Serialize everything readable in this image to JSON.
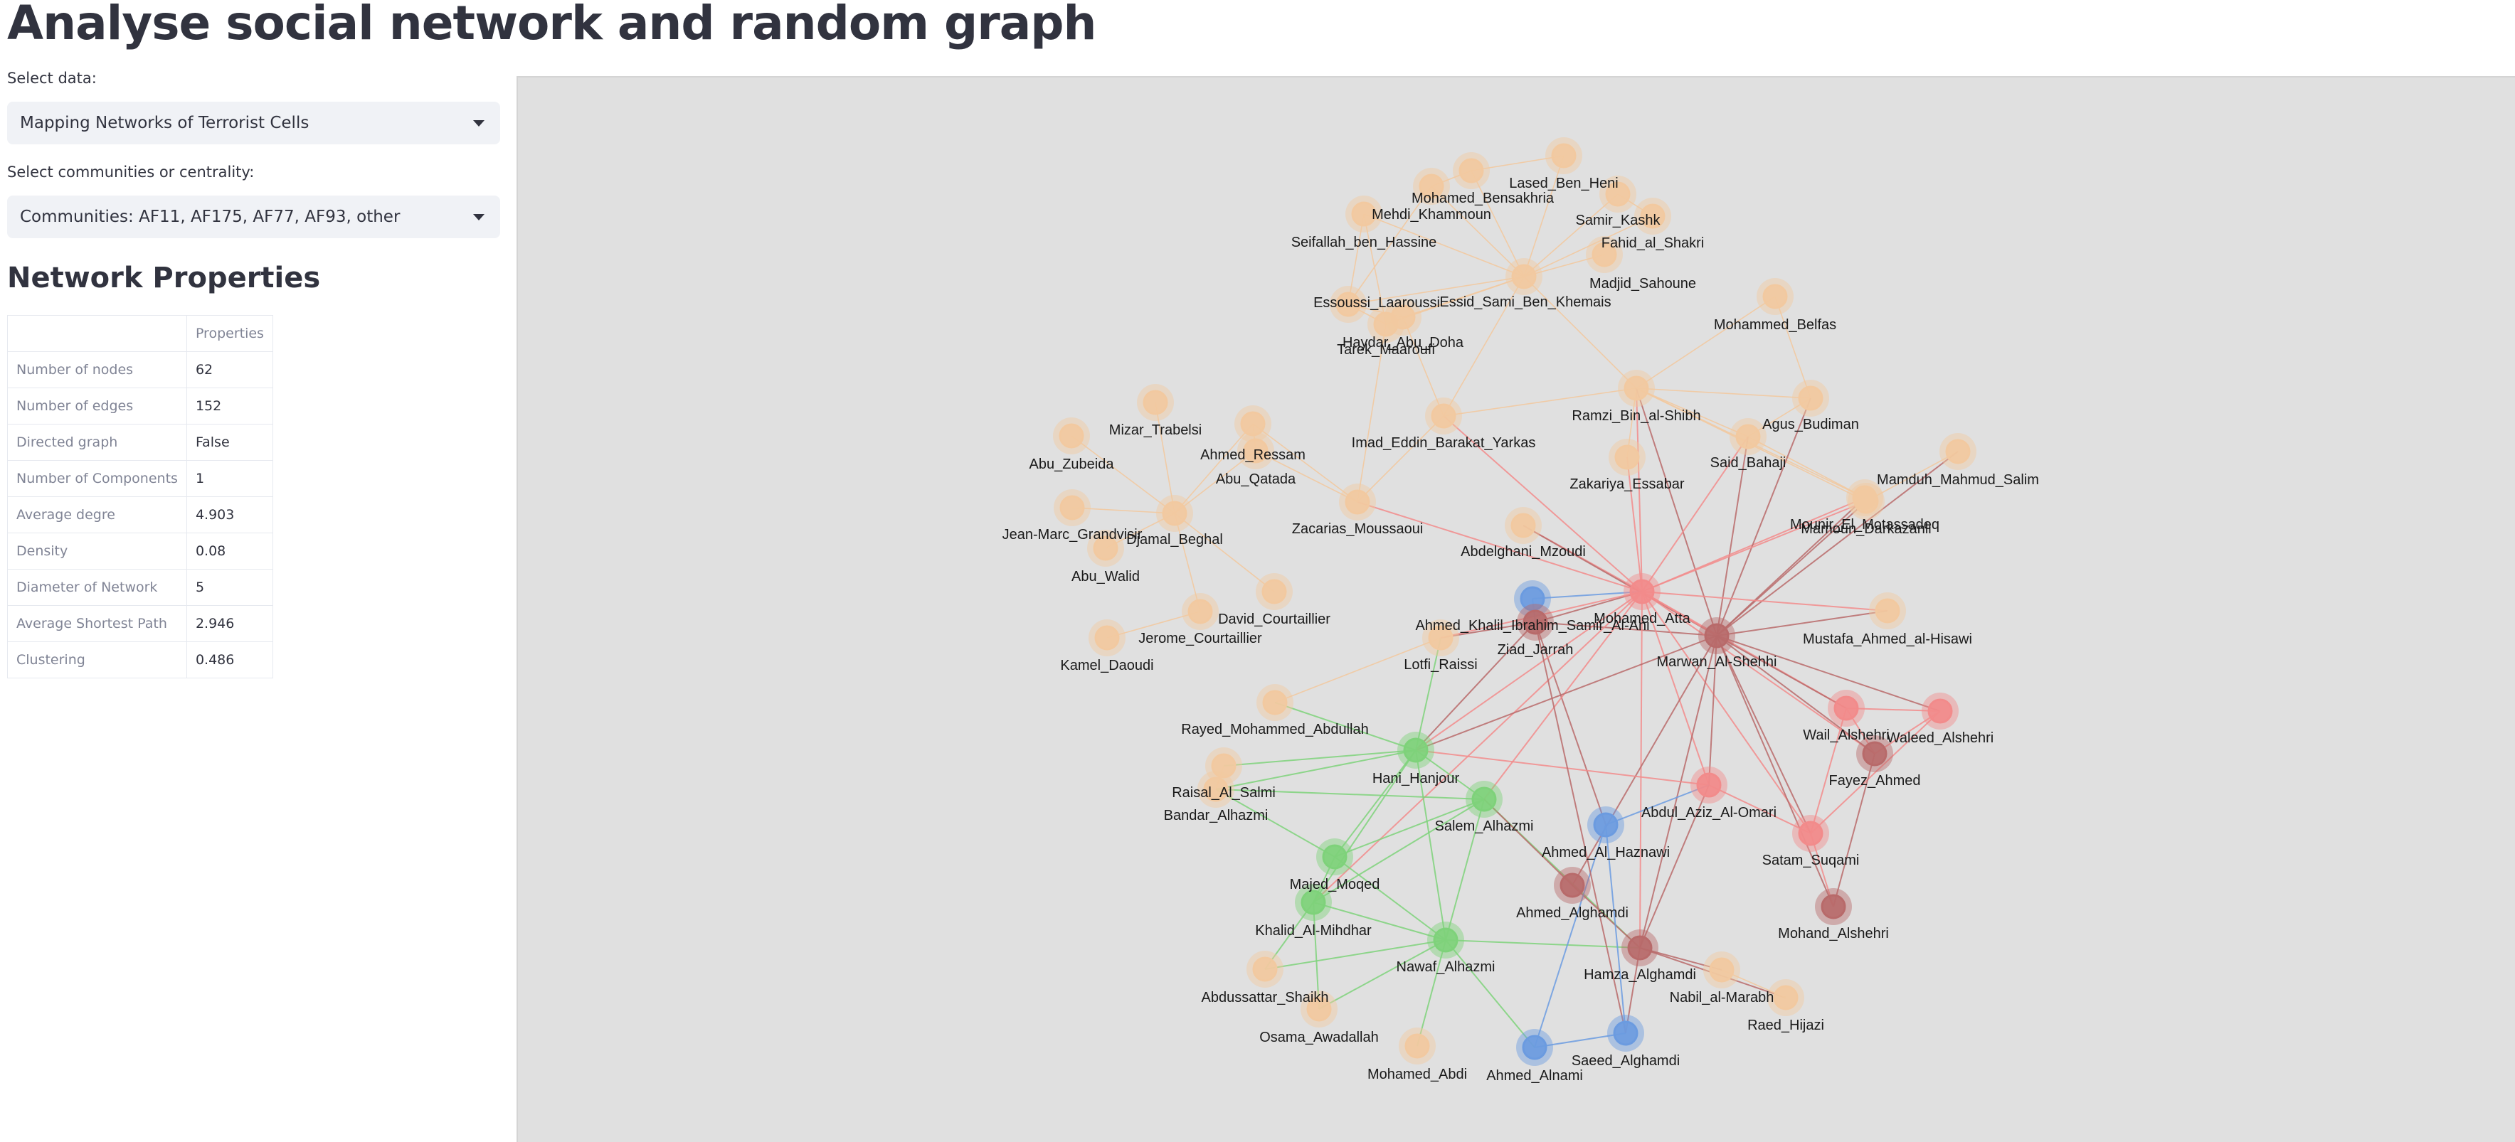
{
  "page": {
    "title": "Analyse social network and random graph"
  },
  "controls": {
    "data_label": "Select data:",
    "data_value": "Mapping Networks of Terrorist Cells",
    "mode_label": "Select communities or centrality:",
    "mode_value": "Communities: AF11, AF175, AF77, AF93, other"
  },
  "properties": {
    "heading": "Network Properties",
    "column_header": "Properties",
    "rows": [
      {
        "key": "Number of nodes",
        "value": "62"
      },
      {
        "key": "Number of edges",
        "value": "152"
      },
      {
        "key": "Directed graph",
        "value": "False"
      },
      {
        "key": "Number of Components",
        "value": "1"
      },
      {
        "key": "Average degre",
        "value": "4.903"
      },
      {
        "key": "Density",
        "value": "0.08"
      },
      {
        "key": "Diameter of Network",
        "value": "5"
      },
      {
        "key": "Average Shortest Path",
        "value": "2.946"
      },
      {
        "key": "Clustering",
        "value": "0.486"
      }
    ]
  },
  "graph": {
    "colors": {
      "other": "#f2c9a0",
      "AF11": "#f28b8b",
      "AF175": "#6b9be0",
      "AF77": "#7ed27a",
      "AF93": "#b86a6a"
    },
    "nodes": [
      {
        "label": "Lased_Ben_Heni",
        "group": "other"
      },
      {
        "label": "Mohamed_Bensakhria",
        "group": "other"
      },
      {
        "label": "Samir_Kashk",
        "group": "other"
      },
      {
        "label": "Mehdi_Khammoun",
        "group": "other"
      },
      {
        "label": "Seifallah_ben_Hassine",
        "group": "other"
      },
      {
        "label": "Fahid_al_Shakri",
        "group": "other"
      },
      {
        "label": "Madjid_Sahoune",
        "group": "other"
      },
      {
        "label": "Essoussi_Laaroussi",
        "group": "other"
      },
      {
        "label": "Essid_Sami_Ben_Khemais",
        "group": "other"
      },
      {
        "label": "Tarek_Maaroufi",
        "group": "other"
      },
      {
        "label": "Haydar_Abu_Doha",
        "group": "other"
      },
      {
        "label": "Mohammed_Belfas",
        "group": "other"
      },
      {
        "label": "Mizar_Trabelsi",
        "group": "other"
      },
      {
        "label": "Ahmed_Ressam",
        "group": "other"
      },
      {
        "label": "Ramzi_Bin_al-Shibh",
        "group": "other"
      },
      {
        "label": "Agus_Budiman",
        "group": "other"
      },
      {
        "label": "Imad_Eddin_Barakat_Yarkas",
        "group": "other"
      },
      {
        "label": "Abu_Qatada",
        "group": "other"
      },
      {
        "label": "Abu_Zubeida",
        "group": "other"
      },
      {
        "label": "Said_Bahaji",
        "group": "other"
      },
      {
        "label": "Mamduh_Mahmud_Salim",
        "group": "other"
      },
      {
        "label": "Zakariya_Essabar",
        "group": "other"
      },
      {
        "label": "Mounir_El_Motassadeq",
        "group": "other"
      },
      {
        "label": "Zacarias_Moussaoui",
        "group": "other"
      },
      {
        "label": "Jean-Marc_Grandvisir",
        "group": "other"
      },
      {
        "label": "Djamal_Beghal",
        "group": "other"
      },
      {
        "label": "Mamoun_Darkazanli",
        "group": "other"
      },
      {
        "label": "Abdelghani_Mzoudi",
        "group": "other"
      },
      {
        "label": "Abu_Walid",
        "group": "other"
      },
      {
        "label": "Ahmed_Khalil_Ibrahim_Samir_Al-Ani",
        "group": "AF175"
      },
      {
        "label": "Mohamed_Atta",
        "group": "AF11"
      },
      {
        "label": "Ziad_Jarrah",
        "group": "AF93"
      },
      {
        "label": "David_Courtaillier",
        "group": "other"
      },
      {
        "label": "Jerome_Courtaillier",
        "group": "other"
      },
      {
        "label": "Mustafa_Ahmed_al-Hisawi",
        "group": "other"
      },
      {
        "label": "Marwan_Al-Shehhi",
        "group": "AF93"
      },
      {
        "label": "Lotfi_Raissi",
        "group": "other"
      },
      {
        "label": "Kamel_Daoudi",
        "group": "other"
      },
      {
        "label": "Rayed_Mohammed_Abdullah",
        "group": "other"
      },
      {
        "label": "Wail_Alshehri",
        "group": "AF11"
      },
      {
        "label": "Waleed_Alshehri",
        "group": "AF11"
      },
      {
        "label": "Hani_Hanjour",
        "group": "AF77"
      },
      {
        "label": "Fayez_Ahmed",
        "group": "AF93"
      },
      {
        "label": "Raisal_Al_Salmi",
        "group": "other"
      },
      {
        "label": "Bandar_Alhazmi",
        "group": "other"
      },
      {
        "label": "Abdul_Aziz_Al-Omari",
        "group": "AF11"
      },
      {
        "label": "Salem_Alhazmi",
        "group": "AF77"
      },
      {
        "label": "Ahmed_Al_Haznawi",
        "group": "AF175"
      },
      {
        "label": "Satam_Suqami",
        "group": "AF11"
      },
      {
        "label": "Majed_Moqed",
        "group": "AF77"
      },
      {
        "label": "Ahmed_Alghamdi",
        "group": "AF93"
      },
      {
        "label": "Khalid_Al-Mihdhar",
        "group": "AF77"
      },
      {
        "label": "Mohand_Alshehri",
        "group": "AF93"
      },
      {
        "label": "Nawaf_Alhazmi",
        "group": "AF77"
      },
      {
        "label": "Hamza_Alghamdi",
        "group": "AF93"
      },
      {
        "label": "Abdussattar_Shaikh",
        "group": "other"
      },
      {
        "label": "Nabil_al-Marabh",
        "group": "other"
      },
      {
        "label": "Raed_Hijazi",
        "group": "other"
      },
      {
        "label": "Osama_Awadallah",
        "group": "other"
      },
      {
        "label": "Mohamed_Abdi",
        "group": "other"
      },
      {
        "label": "Ahmed_Alnami",
        "group": "AF175"
      },
      {
        "label": "Saeed_Alghamdi",
        "group": "AF175"
      }
    ],
    "edges": [
      [
        0,
        8
      ],
      [
        1,
        8
      ],
      [
        2,
        8
      ],
      [
        3,
        8
      ],
      [
        4,
        8
      ],
      [
        5,
        8
      ],
      [
        6,
        8
      ],
      [
        7,
        8
      ],
      [
        9,
        8
      ],
      [
        10,
        8
      ],
      [
        9,
        7
      ],
      [
        10,
        7
      ],
      [
        3,
        7
      ],
      [
        4,
        7
      ],
      [
        1,
        3
      ],
      [
        2,
        5
      ],
      [
        0,
        1
      ],
      [
        4,
        9
      ],
      [
        8,
        14
      ],
      [
        8,
        16
      ],
      [
        10,
        16
      ],
      [
        9,
        23
      ],
      [
        12,
        25
      ],
      [
        13,
        25
      ],
      [
        17,
        25
      ],
      [
        18,
        25
      ],
      [
        24,
        25
      ],
      [
        28,
        25
      ],
      [
        32,
        25
      ],
      [
        33,
        25
      ],
      [
        37,
        33
      ],
      [
        17,
        13
      ],
      [
        13,
        23
      ],
      [
        17,
        23
      ],
      [
        23,
        30
      ],
      [
        23,
        16
      ],
      [
        16,
        30
      ],
      [
        16,
        14
      ],
      [
        14,
        30
      ],
      [
        14,
        19
      ],
      [
        14,
        15
      ],
      [
        14,
        21
      ],
      [
        14,
        22
      ],
      [
        14,
        35
      ],
      [
        14,
        26
      ],
      [
        14,
        11
      ],
      [
        19,
        30
      ],
      [
        19,
        22
      ],
      [
        19,
        35
      ],
      [
        19,
        15
      ],
      [
        21,
        30
      ],
      [
        22,
        30
      ],
      [
        22,
        35
      ],
      [
        15,
        35
      ],
      [
        15,
        11
      ],
      [
        26,
        30
      ],
      [
        26,
        35
      ],
      [
        20,
        26
      ],
      [
        20,
        35
      ],
      [
        27,
        30
      ],
      [
        27,
        35
      ],
      [
        29,
        30
      ],
      [
        29,
        31
      ],
      [
        31,
        30
      ],
      [
        31,
        35
      ],
      [
        31,
        41
      ],
      [
        31,
        47
      ],
      [
        31,
        36
      ],
      [
        30,
        35
      ],
      [
        30,
        39
      ],
      [
        30,
        45
      ],
      [
        30,
        42
      ],
      [
        30,
        48
      ],
      [
        30,
        34
      ],
      [
        30,
        41
      ],
      [
        30,
        46
      ],
      [
        30,
        54
      ],
      [
        30,
        51
      ],
      [
        30,
        36
      ],
      [
        35,
        39
      ],
      [
        35,
        40
      ],
      [
        35,
        42
      ],
      [
        35,
        45
      ],
      [
        35,
        48
      ],
      [
        35,
        34
      ],
      [
        35,
        41
      ],
      [
        35,
        54
      ],
      [
        35,
        52
      ],
      [
        35,
        50
      ],
      [
        39,
        40
      ],
      [
        39,
        42
      ],
      [
        39,
        48
      ],
      [
        40,
        42
      ],
      [
        40,
        48
      ],
      [
        42,
        52
      ],
      [
        48,
        52
      ],
      [
        45,
        48
      ],
      [
        45,
        41
      ],
      [
        36,
        41
      ],
      [
        36,
        38
      ],
      [
        38,
        41
      ],
      [
        41,
        43
      ],
      [
        41,
        44
      ],
      [
        41,
        46
      ],
      [
        41,
        49
      ],
      [
        41,
        53
      ],
      [
        41,
        51
      ],
      [
        43,
        44
      ],
      [
        44,
        46
      ],
      [
        44,
        49
      ],
      [
        46,
        49
      ],
      [
        46,
        53
      ],
      [
        46,
        51
      ],
      [
        46,
        54
      ],
      [
        49,
        51
      ],
      [
        49,
        53
      ],
      [
        51,
        53
      ],
      [
        51,
        55
      ],
      [
        51,
        58
      ],
      [
        53,
        55
      ],
      [
        53,
        58
      ],
      [
        53,
        59
      ],
      [
        53,
        54
      ],
      [
        53,
        60
      ],
      [
        54,
        50
      ],
      [
        54,
        61
      ],
      [
        54,
        56
      ],
      [
        54,
        57
      ],
      [
        54,
        45
      ],
      [
        56,
        57
      ],
      [
        60,
        61
      ],
      [
        61,
        47
      ],
      [
        60,
        47
      ],
      [
        47,
        45
      ],
      [
        50,
        46
      ],
      [
        31,
        61
      ]
    ]
  }
}
